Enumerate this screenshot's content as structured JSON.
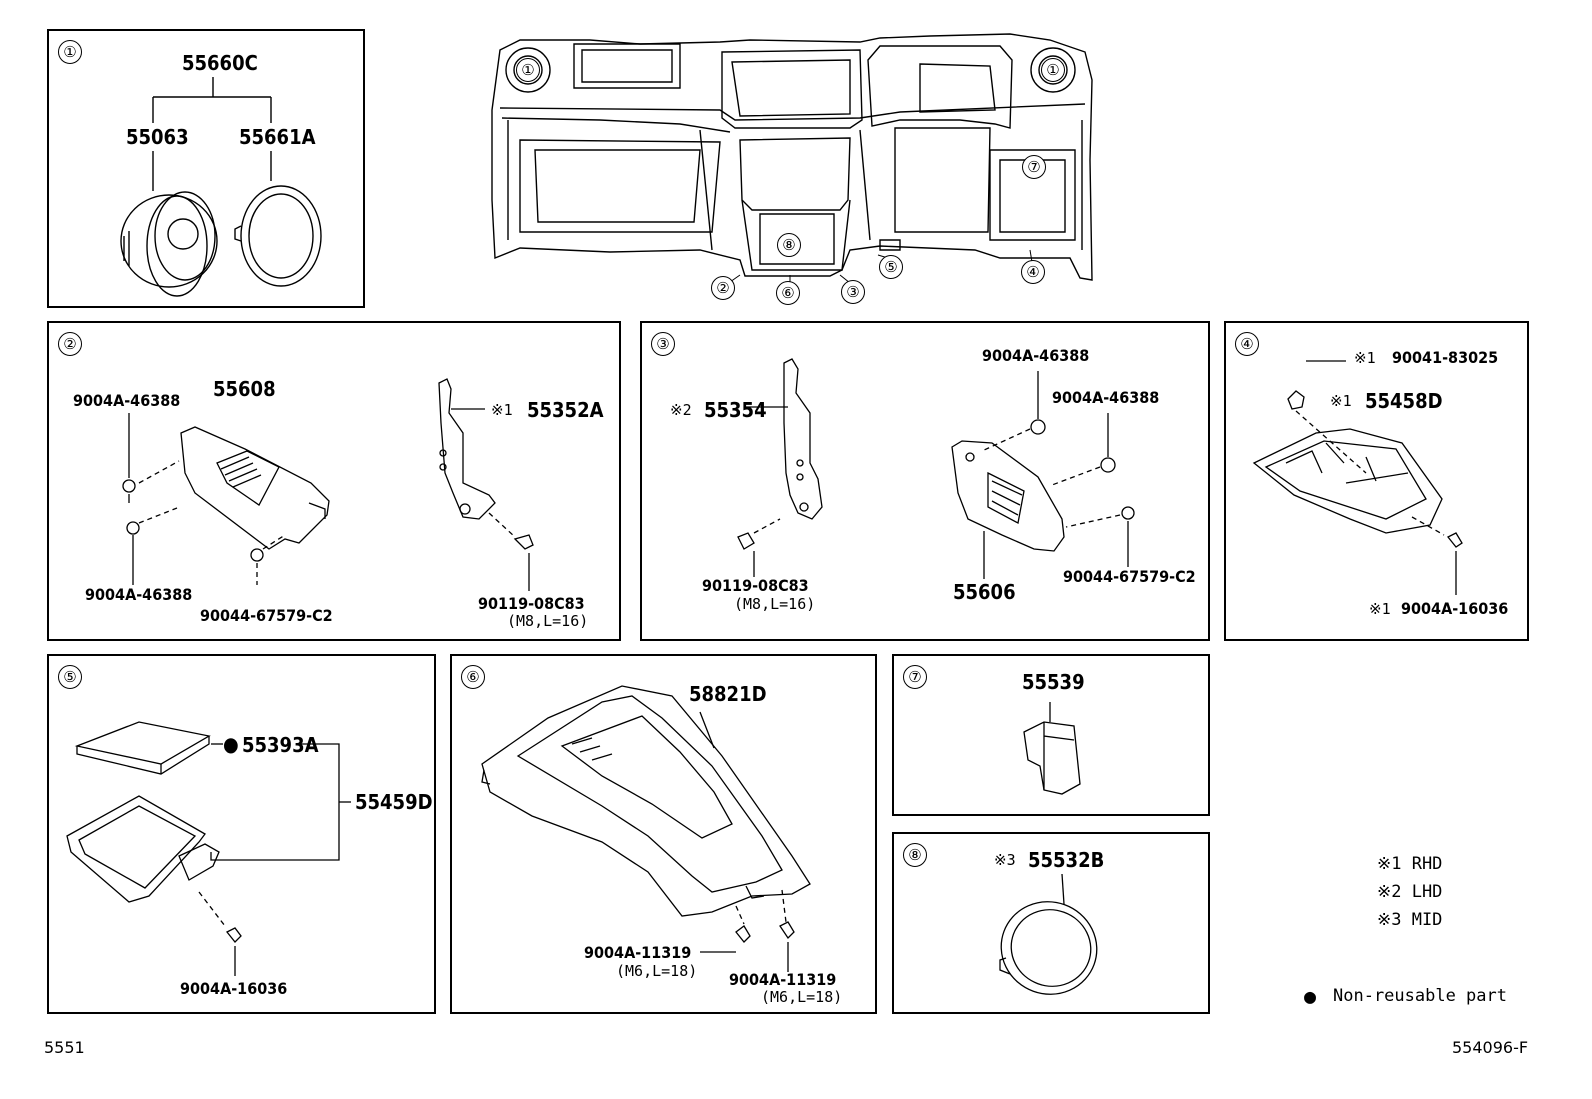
{
  "overview": {
    "callouts": [
      "①",
      "①",
      "②",
      "⑥",
      "③",
      "⑤",
      "④",
      "⑦",
      "⑧"
    ]
  },
  "panel1": {
    "index": "①",
    "assembly": "55660C",
    "part_left": "55063",
    "part_right": "55661A"
  },
  "panel2": {
    "index": "②",
    "main_part": "55608",
    "clip_top": "9004A-46388",
    "clip_bottom": "9004A-46388",
    "screw": "90044-67579-C2",
    "bracket_mark": "※1",
    "bracket": "55352A",
    "bolt": "90119-08C83",
    "bolt_spec": "(M8,L=16)"
  },
  "panel3": {
    "index": "③",
    "bracket_mark": "※2",
    "bracket": "55354",
    "bolt": "90119-08C83",
    "bolt_spec": "(M8,L=16)",
    "clip_a": "9004A-46388",
    "clip_b": "9004A-46388",
    "main_part": "55606",
    "screw": "90044-67579-C2"
  },
  "panel4": {
    "index": "④",
    "nut_mark": "※1",
    "nut": "90041-83025",
    "part_mark": "※1",
    "part": "55458D",
    "screw_mark": "※1",
    "screw": "9004A-16036"
  },
  "panel5": {
    "index": "⑤",
    "bullet": "●",
    "pad": "55393A",
    "assembly": "55459D",
    "screw": "9004A-16036"
  },
  "panel6": {
    "index": "⑥",
    "part": "58821D",
    "bolt_a": "9004A-11319",
    "bolt_a_spec": "(M6,L=18)",
    "bolt_b": "9004A-11319",
    "bolt_b_spec": "(M6,L=18)"
  },
  "panel7": {
    "index": "⑦",
    "part": "55539"
  },
  "panel8": {
    "index": "⑧",
    "part_mark": "※3",
    "part": "55532B"
  },
  "legend": {
    "rhd": "※1 RHD",
    "lhd": "※2 LHD",
    "mid": "※3 MID",
    "bullet": "●",
    "non_reusable": "Non-reusable part"
  },
  "footer": {
    "left_code": "5551",
    "right_code": "554096-F"
  }
}
